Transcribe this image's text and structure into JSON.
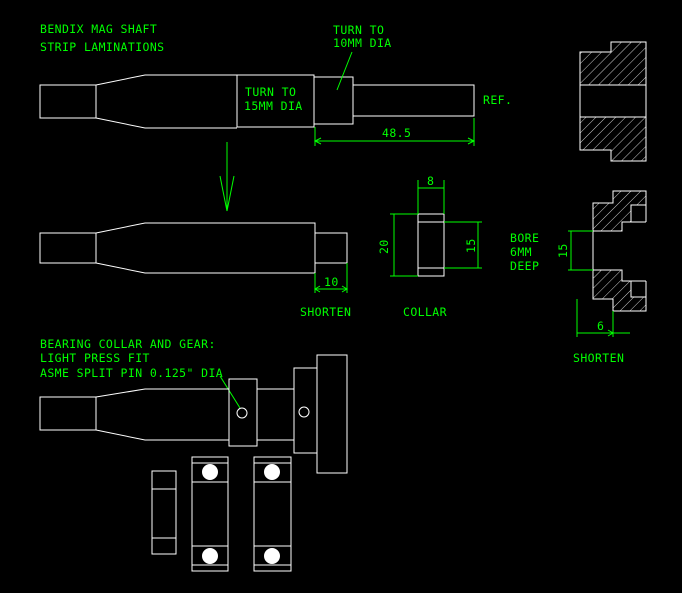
{
  "title": {
    "line1": "BENDIX MAG SHAFT",
    "line2": "STRIP LAMINATIONS"
  },
  "notes": {
    "turn_to_10": {
      "line1": "TURN TO",
      "line2": "10MM DIA"
    },
    "turn_to_15": {
      "line1": "TURN TO",
      "line2": "15MM DIA"
    },
    "ref": "REF.",
    "dim_48_5": "48.5",
    "dim_10": "10",
    "shorten_1": "SHORTEN",
    "collar": "COLLAR",
    "dim_8": "8",
    "dim_20": "20",
    "dim_15_collar": "15",
    "bore": {
      "line1": "BORE",
      "line2": "6MM",
      "line3": "DEEP"
    },
    "dim_15_gear": "15",
    "dim_6": "6",
    "shorten_2": "SHORTEN",
    "assembly": {
      "line1": "BEARING COLLAR AND GEAR:",
      "line2": "LIGHT PRESS FIT",
      "line3": "ASME SPLIT PIN 0.125\" DIA"
    }
  },
  "colors": {
    "background": "#000000",
    "linework": "#ffffff",
    "annotation": "#00ff00"
  }
}
